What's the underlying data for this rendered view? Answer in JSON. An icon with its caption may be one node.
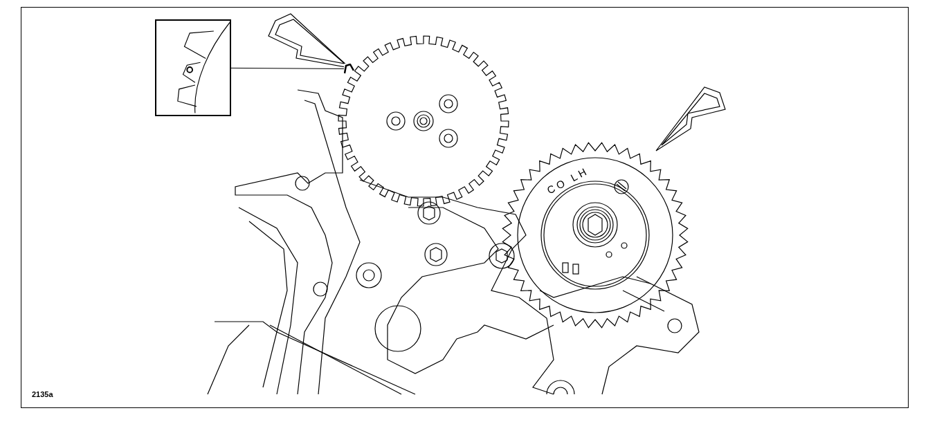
{
  "diagram": {
    "nodes": [
      {
        "text": [],
        "shape": "picture"
      },
      {
        "text": [],
        "shape": "box"
      }
    ],
    "edges": [
      {
        "from": 0,
        "to": 1,
        "arrow": "none"
      }
    ],
    "labels": [
      "CO LH",
      "2135a"
    ]
  }
}
